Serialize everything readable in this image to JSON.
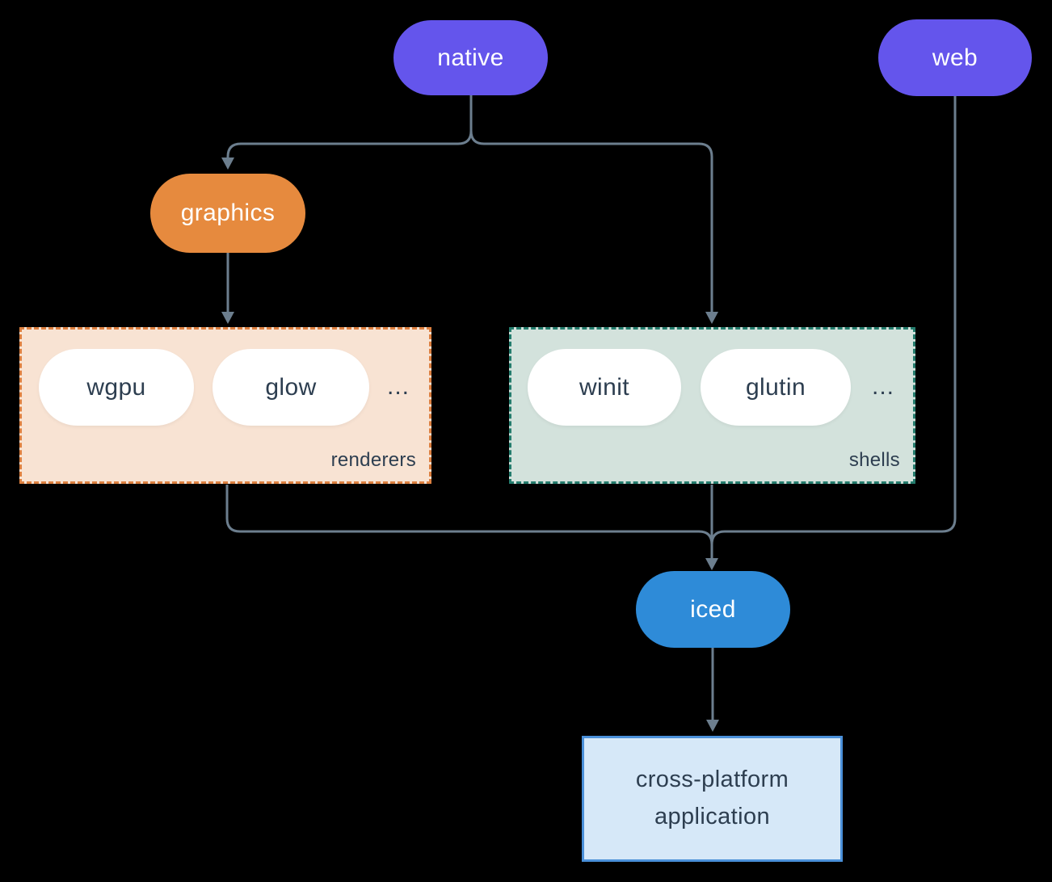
{
  "colors": {
    "page-bg": "#000000",
    "line": "#6C7E8E",
    "purple": "#6455EC",
    "orange": "#E68A3E",
    "blue": "#2E8BD8",
    "white-pill": "#FFFFFF",
    "dark-text": "#2D3E50",
    "renderers-bg": "#F8E3D3",
    "renderers-border": "#DD8040",
    "shells-bg": "#D3E2DC",
    "shells-border": "#247C6D",
    "app-bg": "#D6E8F8",
    "app-border": "#4A90D9",
    "pill-text": "#FFFFFF"
  },
  "nodes": {
    "native": {
      "label": "native"
    },
    "web": {
      "label": "web"
    },
    "graphics": {
      "label": "graphics"
    },
    "iced": {
      "label": "iced"
    },
    "app": {
      "line1": "cross-platform",
      "line2": "application"
    }
  },
  "groups": {
    "renderers": {
      "label": "renderers",
      "items": [
        {
          "label": "wgpu"
        },
        {
          "label": "glow"
        }
      ],
      "ellipsis": "..."
    },
    "shells": {
      "label": "shells",
      "items": [
        {
          "label": "winit"
        },
        {
          "label": "glutin"
        }
      ],
      "ellipsis": "..."
    }
  }
}
